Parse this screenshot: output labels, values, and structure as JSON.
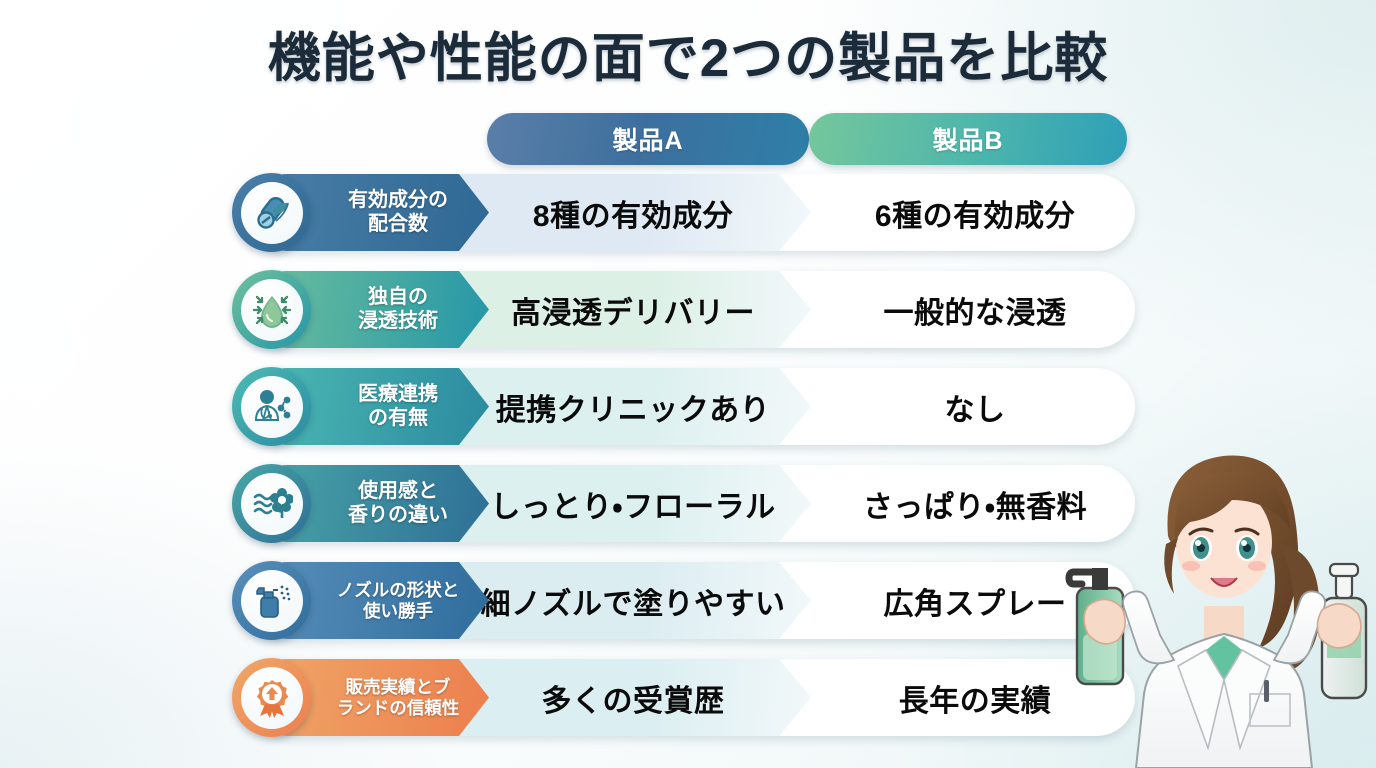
{
  "title": "機能や性能の面で2つの製品を比較",
  "headers": {
    "product_a": "製品A",
    "product_b": "製品B",
    "color_a": "#3d6f9e",
    "color_b": "#4eb6ab"
  },
  "rows": [
    {
      "icon": "pill-leaf-icon",
      "label_line1": "有効成分の",
      "label_line2": "配合数",
      "product_a": "8種の有効成分",
      "product_b": "6種の有効成分",
      "label_color_start": "#4a7fa8",
      "label_color_end": "#2f6894",
      "cell_a_color": "#dfe9f4"
    },
    {
      "icon": "water-drop-arrows-icon",
      "label_line1": "独自の",
      "label_line2": "浸透技術",
      "product_a": "高浸透デリバリー",
      "product_b": "一般的な浸透",
      "label_color_start": "#6fc19c",
      "label_color_end": "#2596a8",
      "cell_a_color": "#dcf0e6"
    },
    {
      "icon": "doctor-network-icon",
      "label_line1": "医療連携",
      "label_line2": "の有無",
      "product_a": "提携クリニックあり",
      "product_b": "なし",
      "label_color_start": "#4dbcb4",
      "label_color_end": "#2b8aa0",
      "cell_a_color": "#dcf0ef"
    },
    {
      "icon": "waves-flower-icon",
      "label_line1": "使用感と",
      "label_line2": "香りの違い",
      "product_a": "しっとり・フローラル",
      "product_b": "さっぱり・無香料",
      "label_color_start": "#49a8a8",
      "label_color_end": "#2e6f96",
      "cell_a_color": "#dcf0f0"
    },
    {
      "icon": "spray-bottle-icon",
      "label_line1": "ノズルの形状と",
      "label_line2": "使い勝手",
      "product_a": "細ノズルで塗りやすい",
      "product_b": "広角スプレー",
      "label_color_start": "#5b90bc",
      "label_color_end": "#2f6d9c",
      "cell_a_color": "#dcedf2"
    },
    {
      "icon": "award-ribbon-icon",
      "label_line1": "販売実績とブ",
      "label_line2": "ランドの信頼性",
      "product_a": "多くの受賞歴",
      "product_b": "長年の実績",
      "label_color_start": "#f0a868",
      "label_color_end": "#ec7f4e",
      "cell_a_color": "#dbeef1"
    }
  ],
  "character": {
    "name": "female-pharmacist-illustration",
    "description": "白衣の女性が2本のボトルを持っている",
    "hair_color": "#7c5334",
    "coat_color": "#ffffff",
    "bottle_left_color": "#7cc3a0",
    "bottle_right_color": "#f2f5f4"
  }
}
